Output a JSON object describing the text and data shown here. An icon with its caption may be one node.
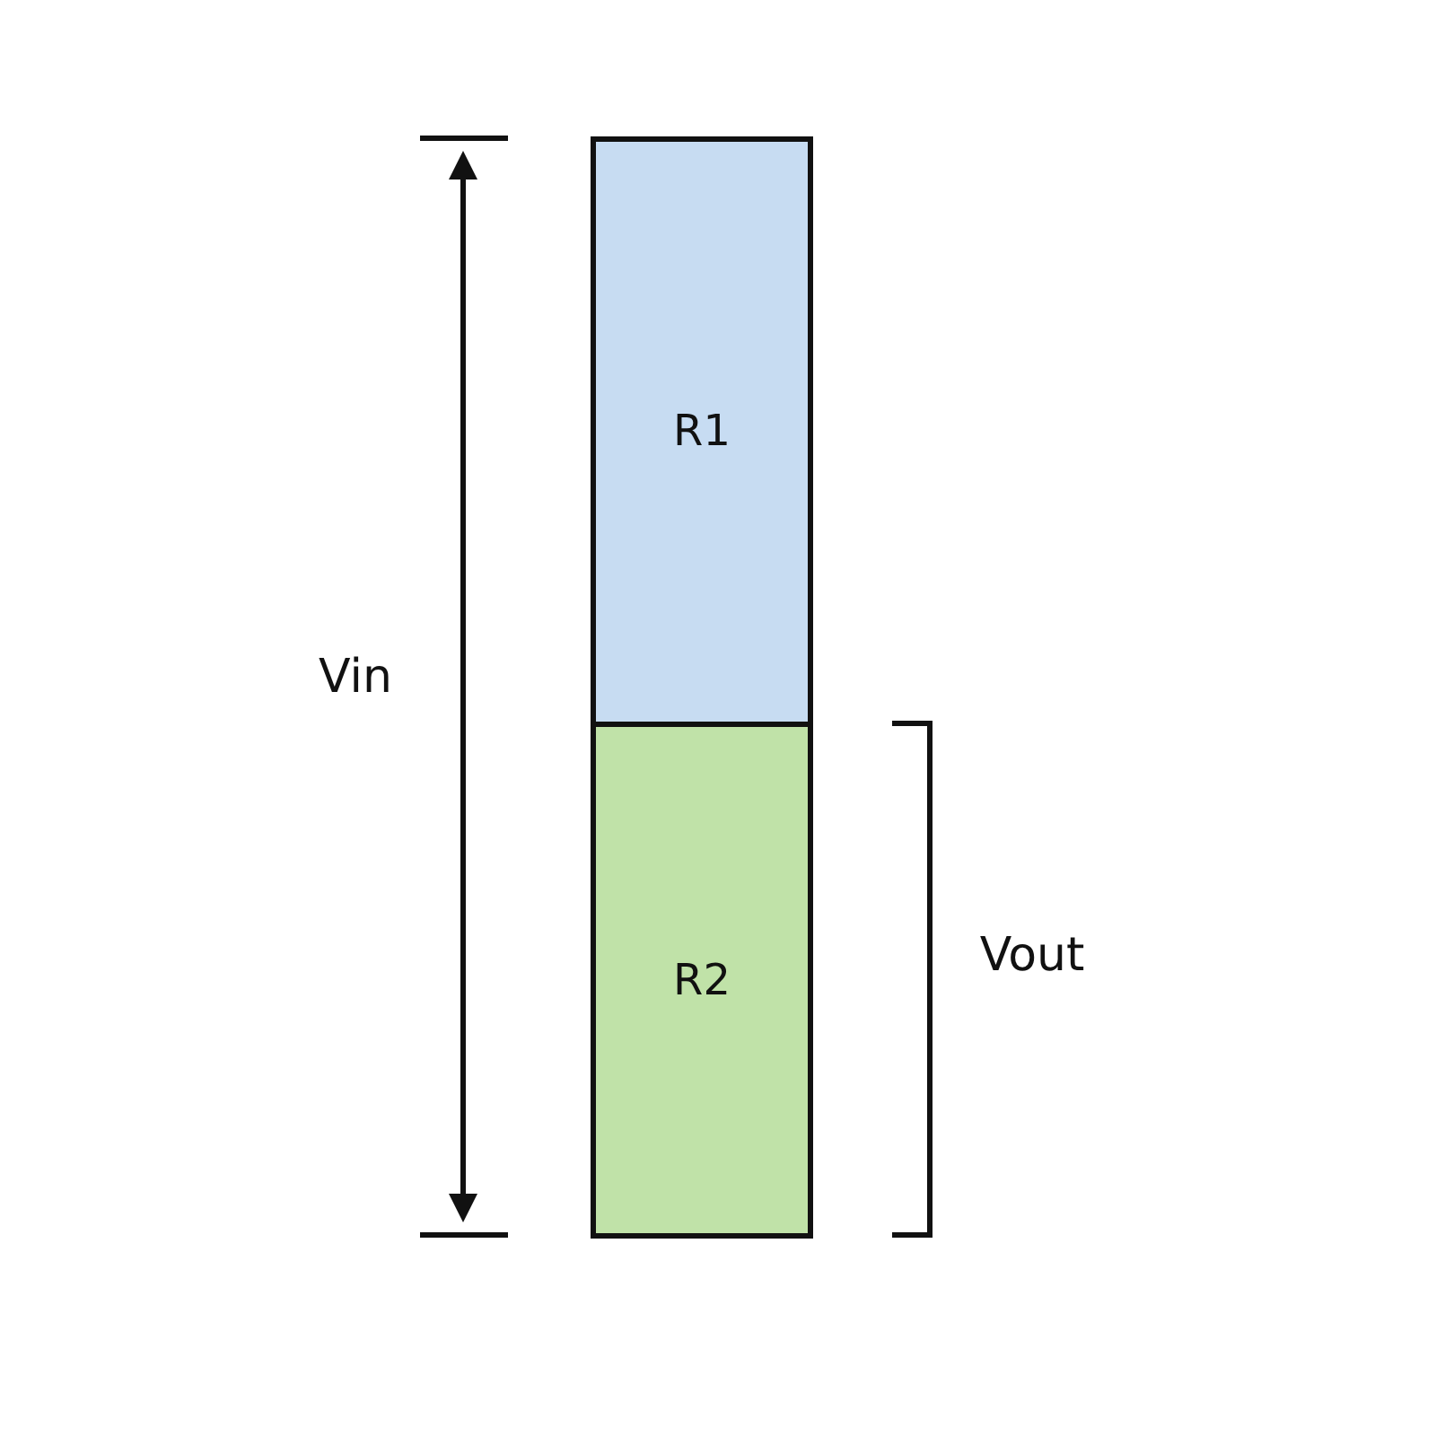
{
  "diagram": {
    "nodes": [
      {
        "text": [
          "R1"
        ]
      },
      {
        "text": [
          "R2"
        ]
      }
    ],
    "labels": [
      "Vin",
      "Vout"
    ]
  }
}
